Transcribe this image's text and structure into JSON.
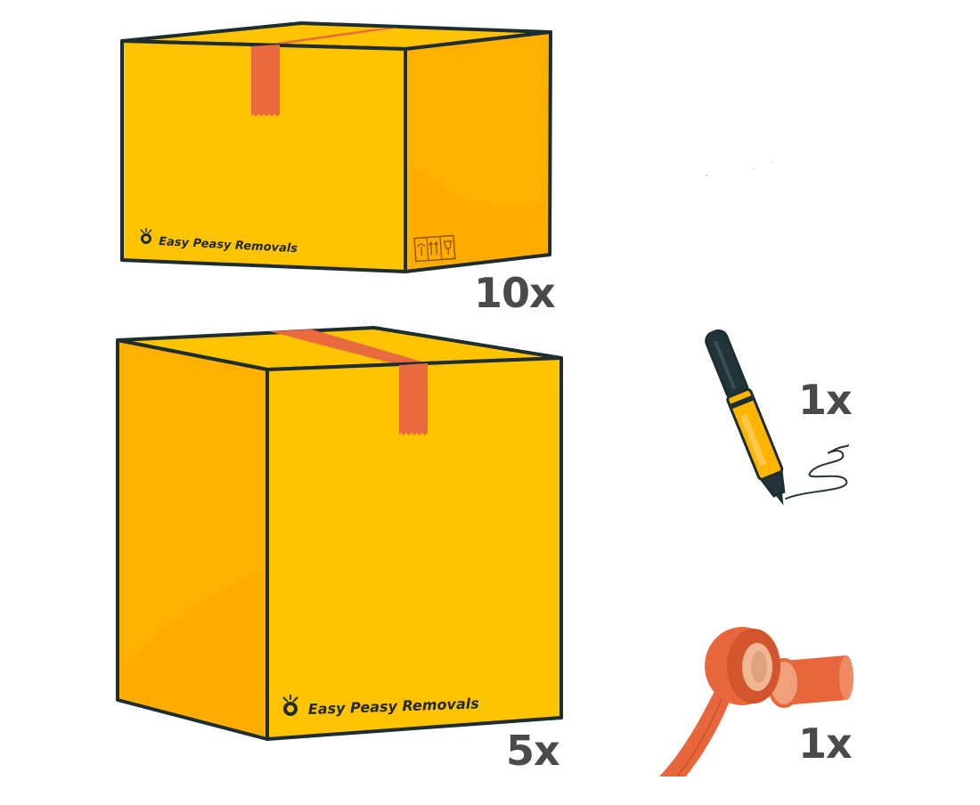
{
  "brand": {
    "name": "Easy Peasy Removals"
  },
  "items": {
    "small_box": {
      "name": "small moving box",
      "quantity": "10x"
    },
    "large_box": {
      "name": "large moving box",
      "quantity": "5x"
    },
    "marker": {
      "name": "marker pen",
      "quantity": "1x"
    },
    "tape": {
      "name": "packing tape",
      "quantity": "1x"
    }
  },
  "colors": {
    "box_front": "#FFC300",
    "box_side": "#FFB000",
    "box_top": "#FFC300",
    "tape": "#E86A3E",
    "outline": "#1E2E30",
    "quantity_text": "#4A4A4A",
    "marker_body": "#FFB400",
    "marker_cap": "#22343A"
  }
}
